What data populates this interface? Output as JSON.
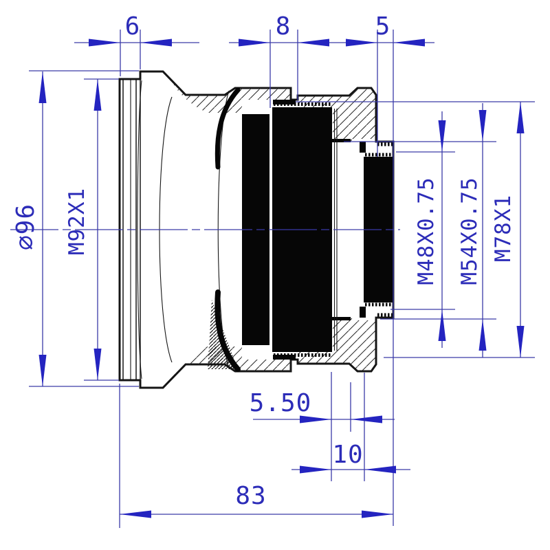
{
  "drawing": {
    "title": "Lens cell cross-section technical drawing",
    "units": "mm",
    "colors": {
      "dimension_blue": "#2c2cb8",
      "outline_black": "#151515",
      "background": "#ffffff"
    },
    "dimensions": {
      "top": [
        {
          "id": "front-ring-width",
          "label": "6"
        },
        {
          "id": "thread-length-8",
          "label": "8"
        },
        {
          "id": "rear-step-length",
          "label": "5"
        }
      ],
      "left": [
        {
          "id": "outer-diameter",
          "label": "∅96"
        },
        {
          "id": "front-thread",
          "label": "M92X1"
        }
      ],
      "right": [
        {
          "id": "rear-thread-m48",
          "label": "M48X0.75"
        },
        {
          "id": "rear-thread-m54",
          "label": "M54X0.75"
        },
        {
          "id": "main-thread-m78",
          "label": "M78X1"
        }
      ],
      "bottom": [
        {
          "id": "step-5-50",
          "label": "5.50"
        },
        {
          "id": "rear-length-10",
          "label": "10"
        },
        {
          "id": "total-length",
          "label": "83"
        }
      ]
    }
  }
}
